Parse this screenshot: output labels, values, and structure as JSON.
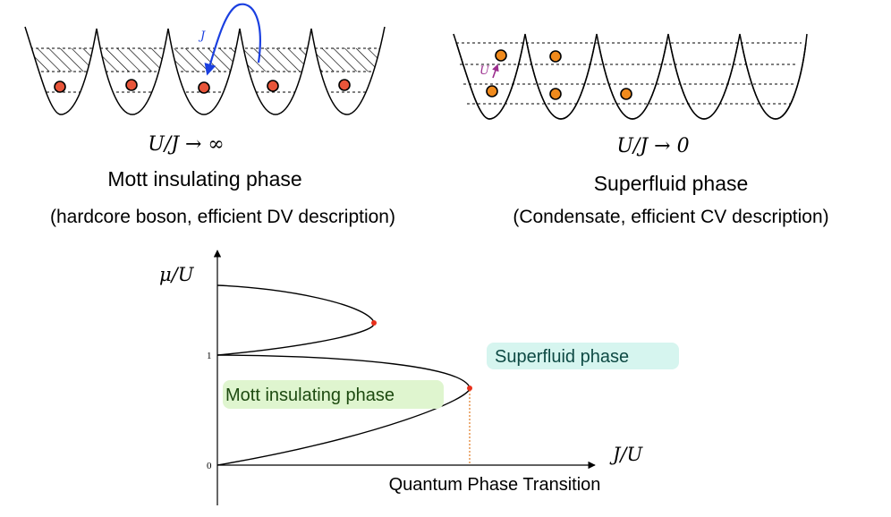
{
  "left_panel": {
    "hop_label": "J",
    "regime": "U/J → ∞",
    "phase_name": "Mott insulating phase",
    "description": "(hardcore boson, efficient DV description)"
  },
  "right_panel": {
    "interaction_label": "U",
    "regime": "U/J → 0",
    "phase_name": "Superfluid phase",
    "description": "(Condensate, efficient CV description)"
  },
  "phase_diagram": {
    "y_axis_label": "μ/U",
    "x_axis_label": "J/U",
    "tick_zero": "0",
    "tick_one": "1",
    "mott_label": "Mott insulating phase",
    "superfluid_label": "Superfluid phase",
    "transition_label": "Quantum Phase Transition"
  },
  "colors": {
    "hop_arrow": "#1a3fe0",
    "interaction_arrow": "#9b2d8e",
    "mott_atom": "#e8553a",
    "sf_atom": "#f08a1c",
    "critical_point": "#e8301c",
    "transition_line": "#e07820",
    "mott_highlight": "#dff5cf",
    "sf_highlight": "#d6f5ef"
  }
}
